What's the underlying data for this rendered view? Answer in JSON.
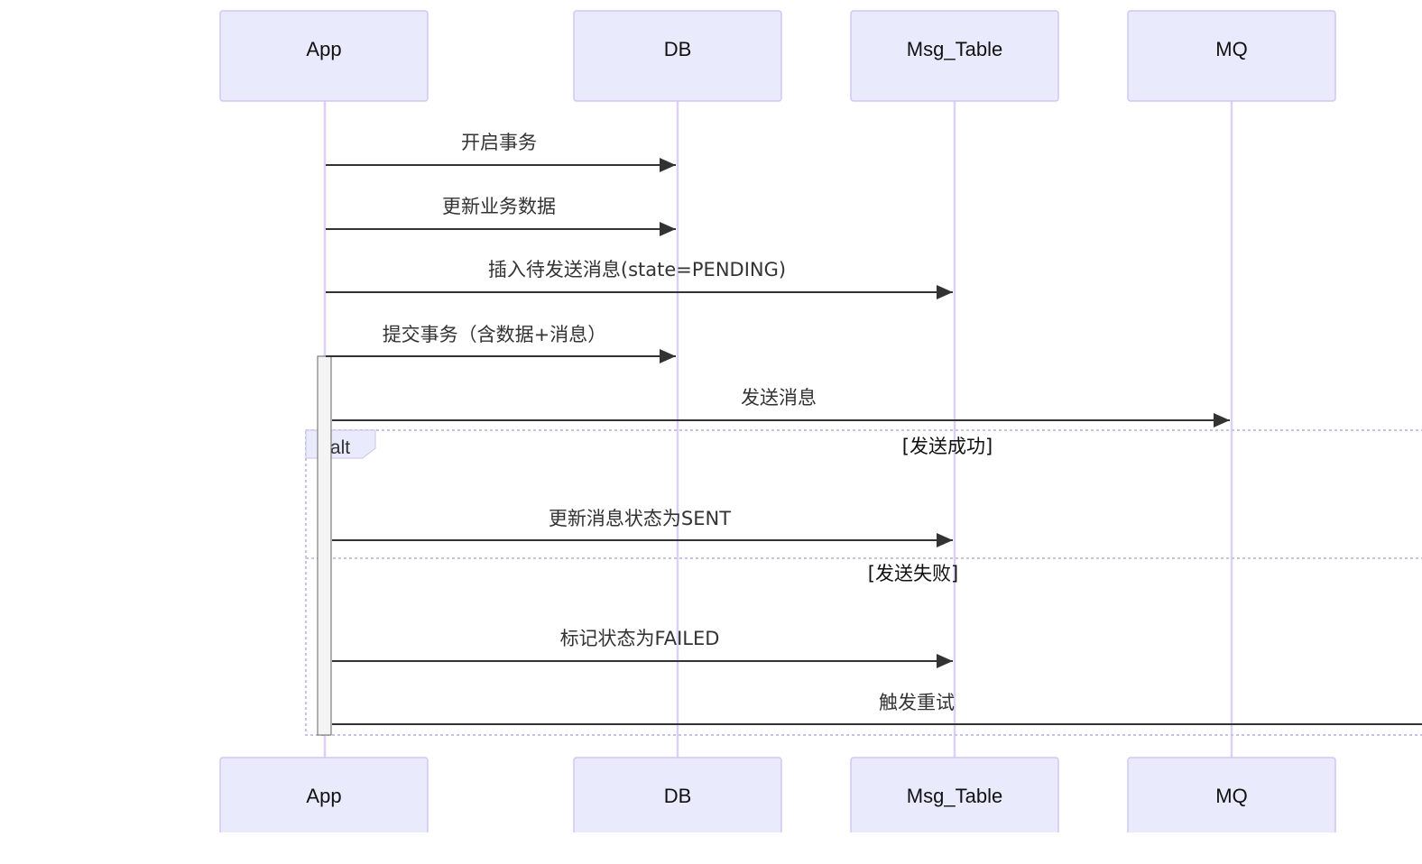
{
  "participants": [
    "App",
    "DB",
    "Msg_Table",
    "MQ"
  ],
  "messages": [
    {
      "from": "App",
      "to": "DB",
      "label": "开启事务"
    },
    {
      "from": "App",
      "to": "DB",
      "label": "更新业务数据"
    },
    {
      "from": "App",
      "to": "Msg_Table",
      "label": "插入待发送消息(state=PENDING)"
    },
    {
      "from": "App",
      "to": "DB",
      "label": "提交事务（含数据+消息）"
    },
    {
      "from": "App",
      "to": "MQ",
      "label": "发送消息"
    },
    {
      "from": "App",
      "to": "Msg_Table",
      "label": "更新消息状态为SENT"
    },
    {
      "from": "App",
      "to": "Msg_Table",
      "label": "标记状态为FAILED"
    },
    {
      "from": "App",
      "to": "",
      "label": "触发重试"
    }
  ],
  "alt": {
    "tag": "alt",
    "conditions": [
      "[发送成功]",
      "[发送失败]"
    ]
  },
  "colors": {
    "actor_fill": "#eaeafd",
    "actor_stroke": "#cfc8f3",
    "lifeline": "#dcd0f5",
    "arrow": "#333333"
  }
}
